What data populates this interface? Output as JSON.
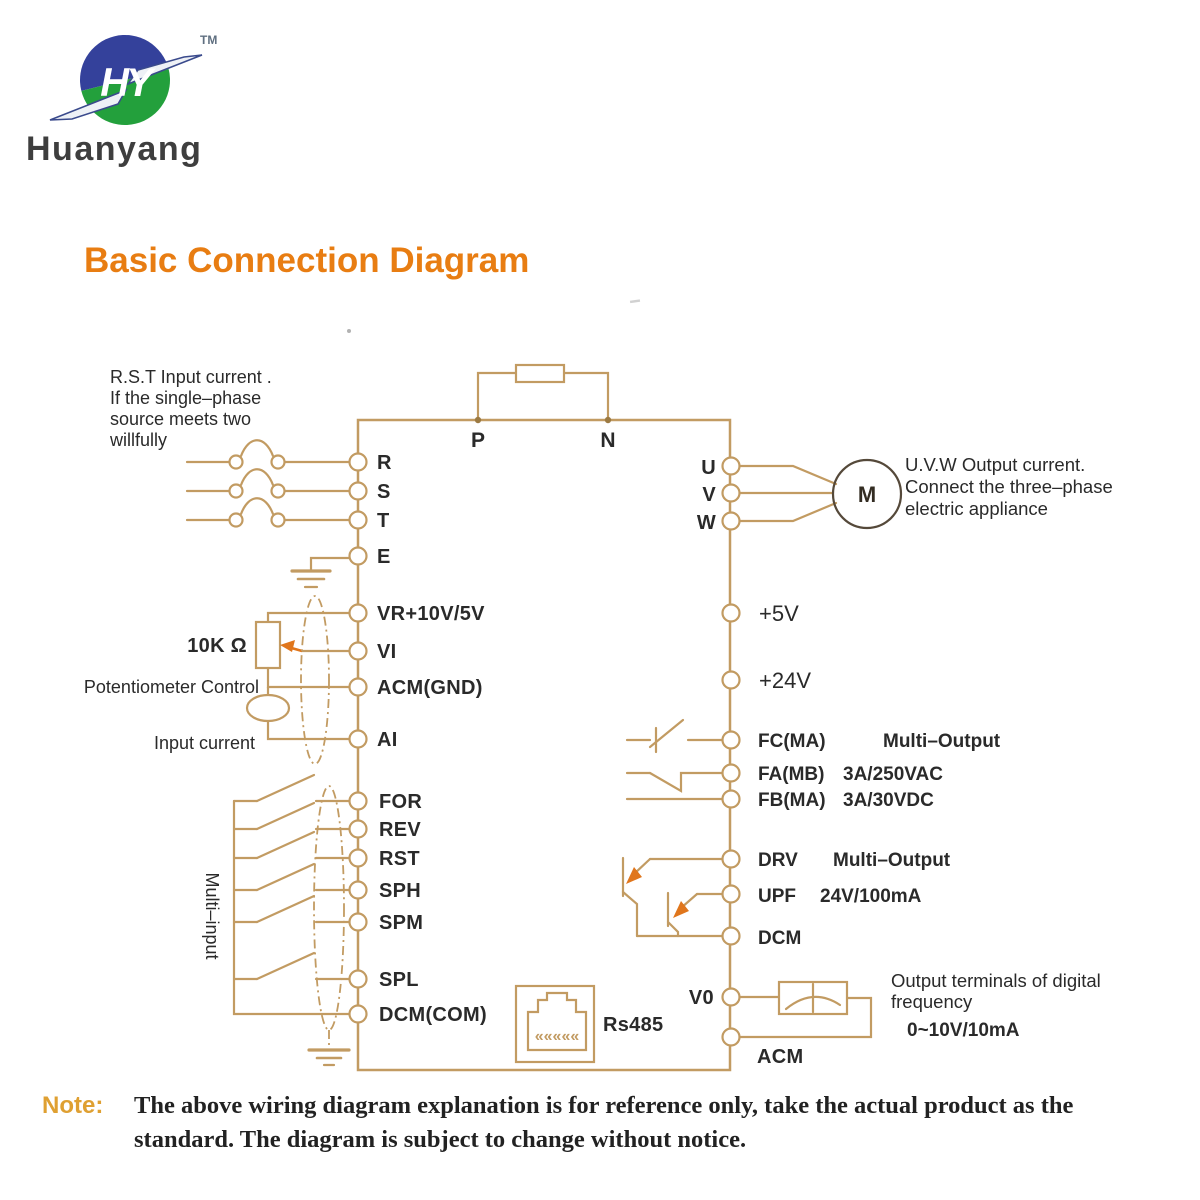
{
  "brand": {
    "name": "Huanyang",
    "tm": "TM",
    "monogram": "HY"
  },
  "title": "Basic Connection Diagram",
  "colors": {
    "wire": "#c29b62",
    "title_orange": "#e87d12",
    "arrow_orange": "#e0761c",
    "note_orange": "#dfa032",
    "logo_blue": "#34419b",
    "logo_green": "#23a03c"
  },
  "notes": {
    "input": [
      "R.S.T Input current .",
      "If the single–phase",
      "source meets two",
      "willfully"
    ],
    "output": [
      "U.V.W Output current.",
      "Connect the three–phase",
      "electric appliance"
    ],
    "freq": [
      "Output terminals of digital",
      "frequency"
    ],
    "freq_rating": "0~10V/10mA"
  },
  "labels": {
    "pot_value": "10K Ω",
    "pot_control": "Potentiometer Control",
    "input_current": "Input current",
    "multi_input": "Multi–input",
    "rs485": "Rs485",
    "rs485_pins": "«««««",
    "motor": "M"
  },
  "terminals": {
    "top": [
      "P",
      "N"
    ],
    "left": [
      "R",
      "S",
      "T",
      "E",
      "VR+10V/5V",
      "VI",
      "ACM(GND)",
      "AI",
      "FOR",
      "REV",
      "RST",
      "SPH",
      "SPM",
      "SPL",
      "DCM(COM)"
    ],
    "right_power": [
      "U",
      "V",
      "W"
    ],
    "right_supply": [
      "+5V",
      "+24V"
    ],
    "relay": [
      {
        "t": "FC(MA)",
        "r": "Multi–Output"
      },
      {
        "t": "FA(MB)",
        "r": "3A/250VAC"
      },
      {
        "t": "FB(MA)",
        "r": "3A/30VDC"
      }
    ],
    "oc": [
      {
        "t": "DRV",
        "r": "Multi–Output"
      },
      {
        "t": "UPF",
        "r": "24V/100mA"
      },
      {
        "t": "DCM"
      }
    ],
    "analog_out": {
      "v0": "V0",
      "acm": "ACM"
    }
  },
  "note": {
    "label": "Note:",
    "lines": [
      "The above wiring diagram explanation is for reference only, take the actual product as the",
      "standard. The diagram is subject to change without notice."
    ]
  }
}
